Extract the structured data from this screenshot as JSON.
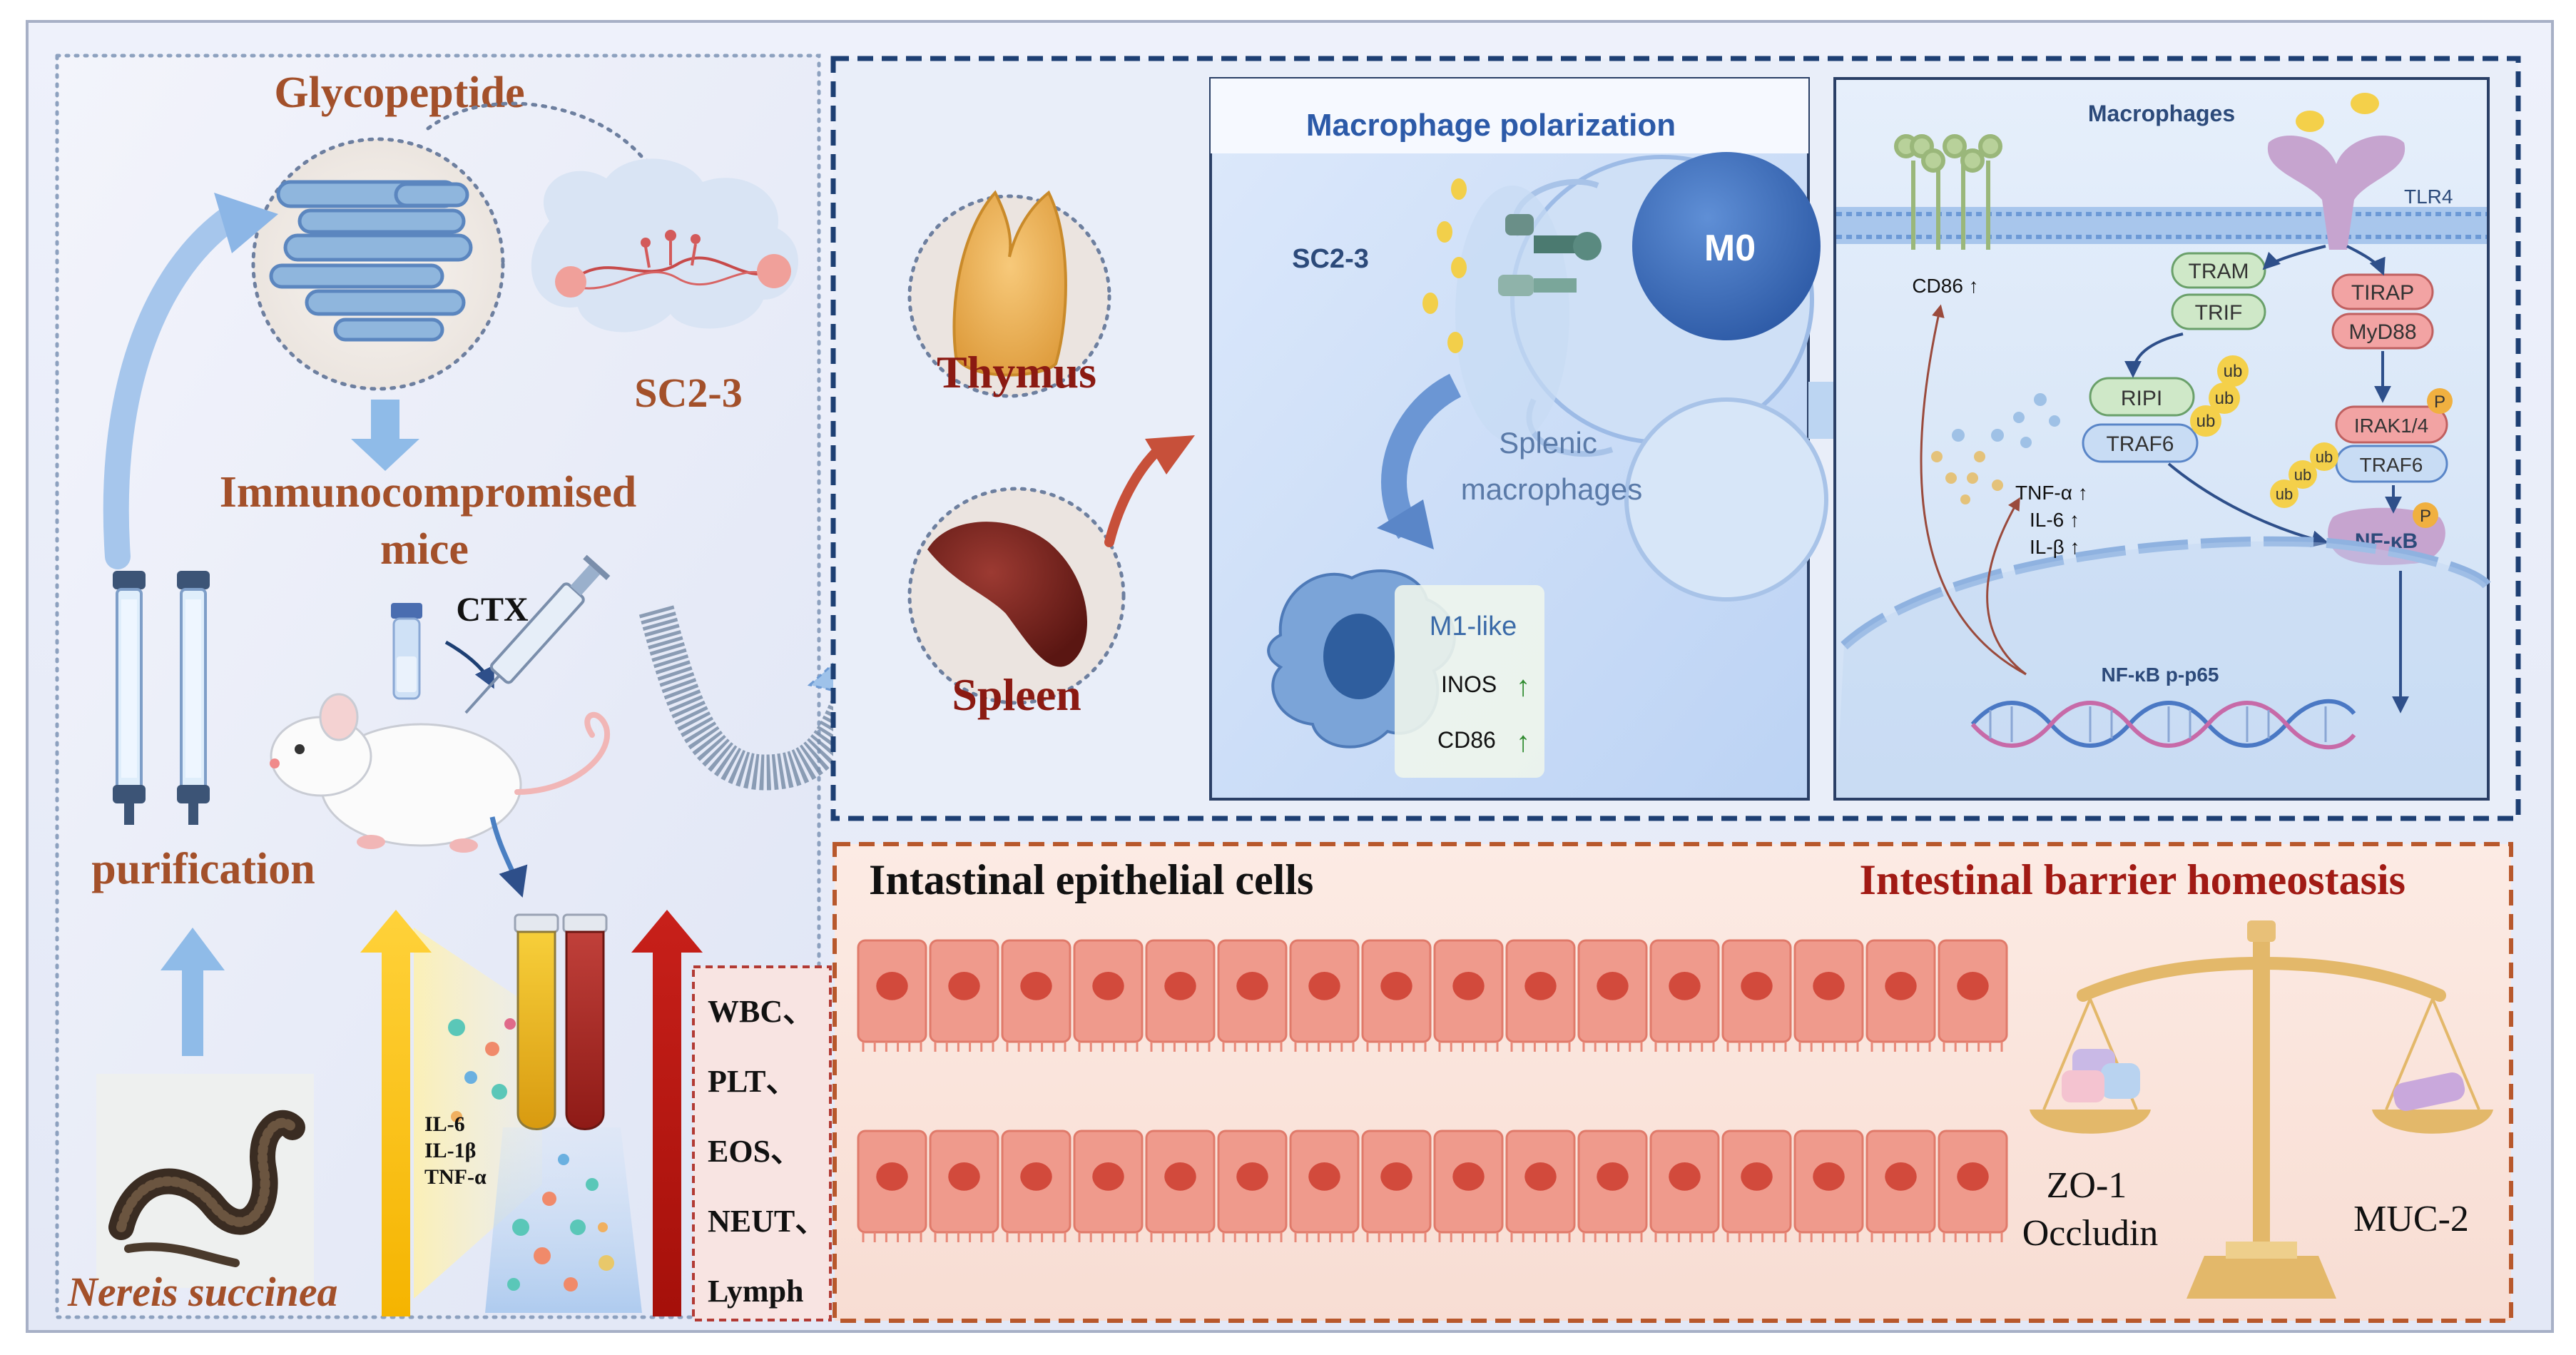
{
  "left_panel": {
    "glycopeptide": "Glycopeptide",
    "sc23": "SC2-3",
    "immuno_line1": "Immunocompromised",
    "immuno_line2": "mice",
    "ctx": "CTX",
    "purification": "purification",
    "organism": "Nereis succinea",
    "cytokines": [
      "IL-6",
      "IL-1β",
      "TNF-α"
    ],
    "blood_markers": [
      "WBC、",
      "PLT、",
      "EOS、",
      "NEUT、",
      "Lymph"
    ]
  },
  "organs": {
    "thymus": "Thymus",
    "spleen": "Spleen"
  },
  "polarization": {
    "title": "Macrophage polarization",
    "sc23": "SC2-3",
    "m0": "M0",
    "splenic_line1": "Splenic",
    "splenic_line2": "macrophages",
    "m1": "M1-like",
    "inos": "INOS",
    "cd86": "CD86",
    "up_arrow": "↑"
  },
  "pathway": {
    "title": "Macrophages",
    "tlr4": "TLR4",
    "cd86": "CD86 ↑",
    "tram": "TRAM",
    "trif": "TRIF",
    "tirap": "TIRAP",
    "myd88": "MyD88",
    "ripi": "RIPI",
    "traf6_left": "TRAF6",
    "irak": "IRAK1/4",
    "traf6_right": "TRAF6",
    "nfkb": "NF-κB",
    "nfkb_p65": "NF-κB p-p65",
    "cytokines": [
      "TNF-α ↑",
      "IL-6 ↑",
      "IL-β ↑"
    ],
    "ub": "ub",
    "p": "P"
  },
  "intestine": {
    "epithelial": "Intastinal epithelial cells",
    "homeostasis": "Intestinal barrier homeostasis",
    "zo1": "ZO-1",
    "occludin": "Occludin",
    "muc2": "MUC-2"
  },
  "colors": {
    "brown_text": "#a3502a",
    "dark_red_text": "#8b1a12",
    "navy_border": "#1d3f73",
    "orange_border": "#b8582c",
    "mucosa": "#ee9688"
  }
}
